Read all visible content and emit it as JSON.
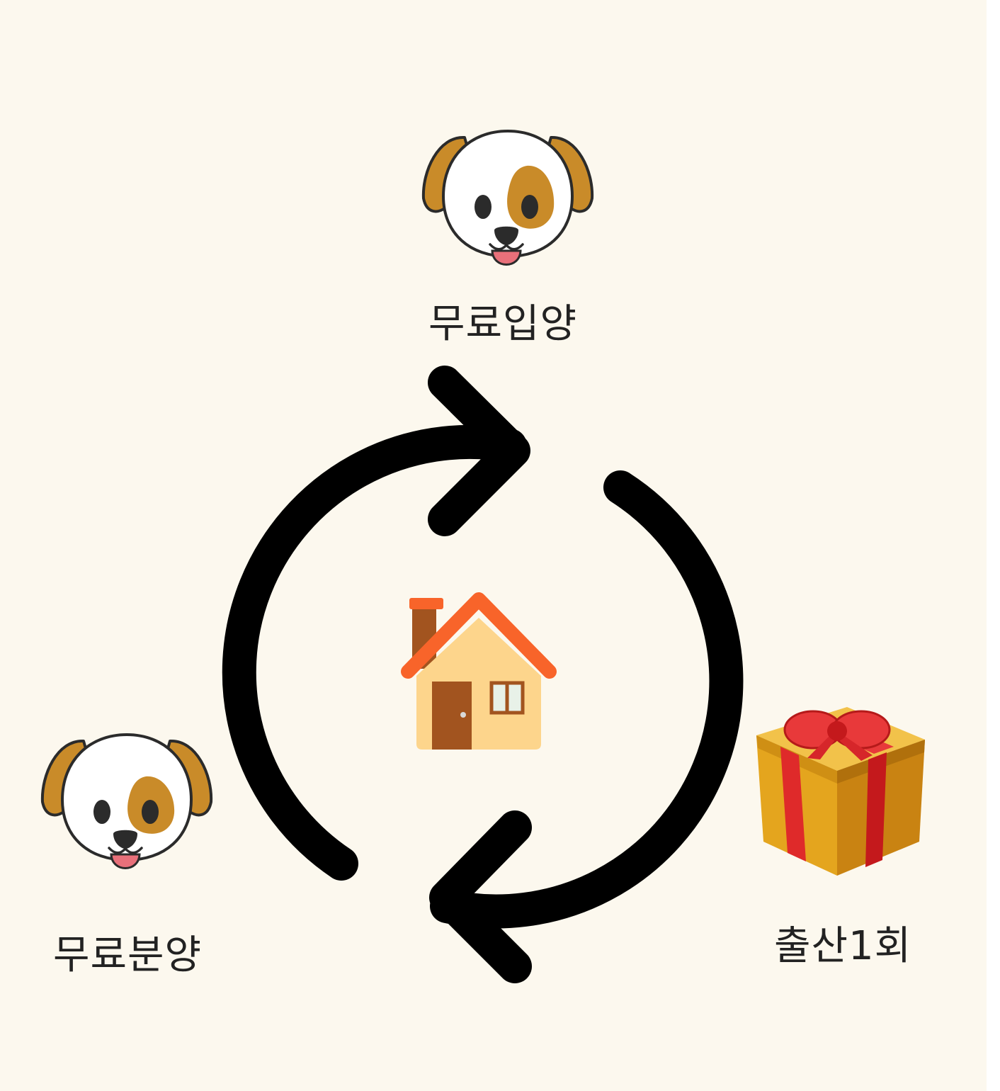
{
  "labels": {
    "top": "무료입양",
    "left": "무료분양",
    "right": "출산1회"
  },
  "icons": {
    "top": "dog-face-icon",
    "left": "dog-face-icon",
    "right": "gift-box-icon",
    "center": "house-icon",
    "cycle": "refresh-arrows-icon"
  },
  "colors": {
    "background": "#fcf8ee",
    "arrow": "#000000",
    "dog_ear": "#c98b29",
    "roof": "#f8642a",
    "house_wall": "#fdd58c",
    "gift_box": "#e4a51e",
    "ribbon": "#df2a2a"
  }
}
